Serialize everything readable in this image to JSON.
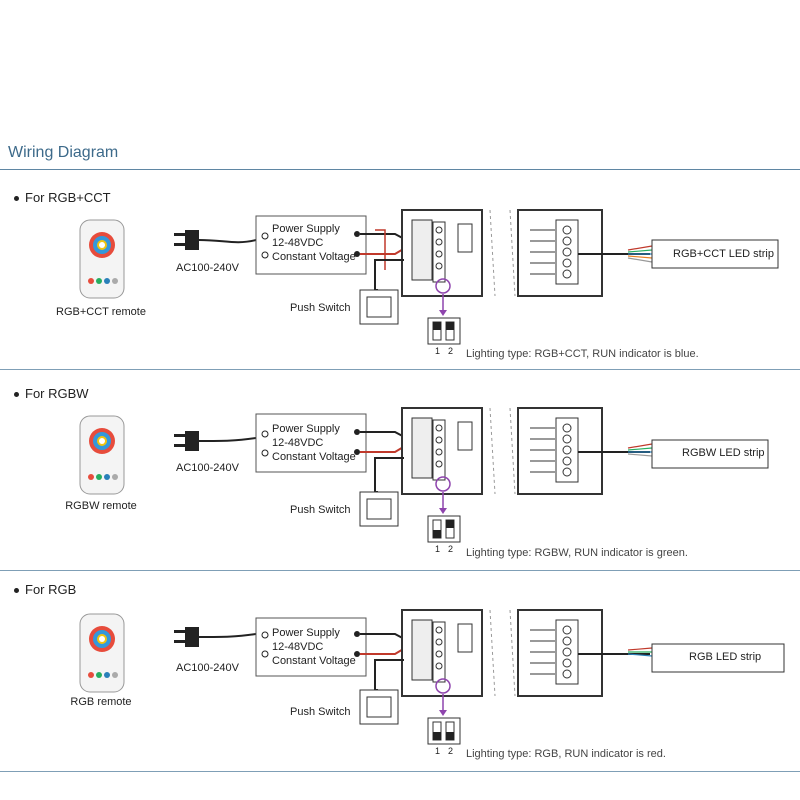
{
  "page_title": "Wiring Diagram",
  "power": {
    "ac_label": "AC100-240V",
    "ps_lines": [
      "Power Supply",
      "12-48VDC",
      "Constant Voltage"
    ]
  },
  "push_switch_label": "Push Switch",
  "dip_numbers": [
    "1",
    "2"
  ],
  "colors": {
    "title": "#3d6a8a",
    "rule": "#5f86a3",
    "wire_red": "#c0392b",
    "arrow": "#8e44ad",
    "module": "#333333"
  },
  "sections": [
    {
      "heading": "For RGB+CCT",
      "remote_caption": "RGB+CCT remote",
      "strip_label": "RGB+CCT LED strip",
      "lighting": "Lighting type: RGB+CCT, RUN indicator is blue."
    },
    {
      "heading": "For RGBW",
      "remote_caption": "RGBW remote",
      "strip_label": "RGBW LED strip",
      "lighting": "Lighting type: RGBW, RUN indicator is green."
    },
    {
      "heading": "For RGB",
      "remote_caption": "RGB remote",
      "strip_label": "RGB LED strip",
      "lighting": "Lighting type: RGB, RUN indicator is red."
    }
  ]
}
